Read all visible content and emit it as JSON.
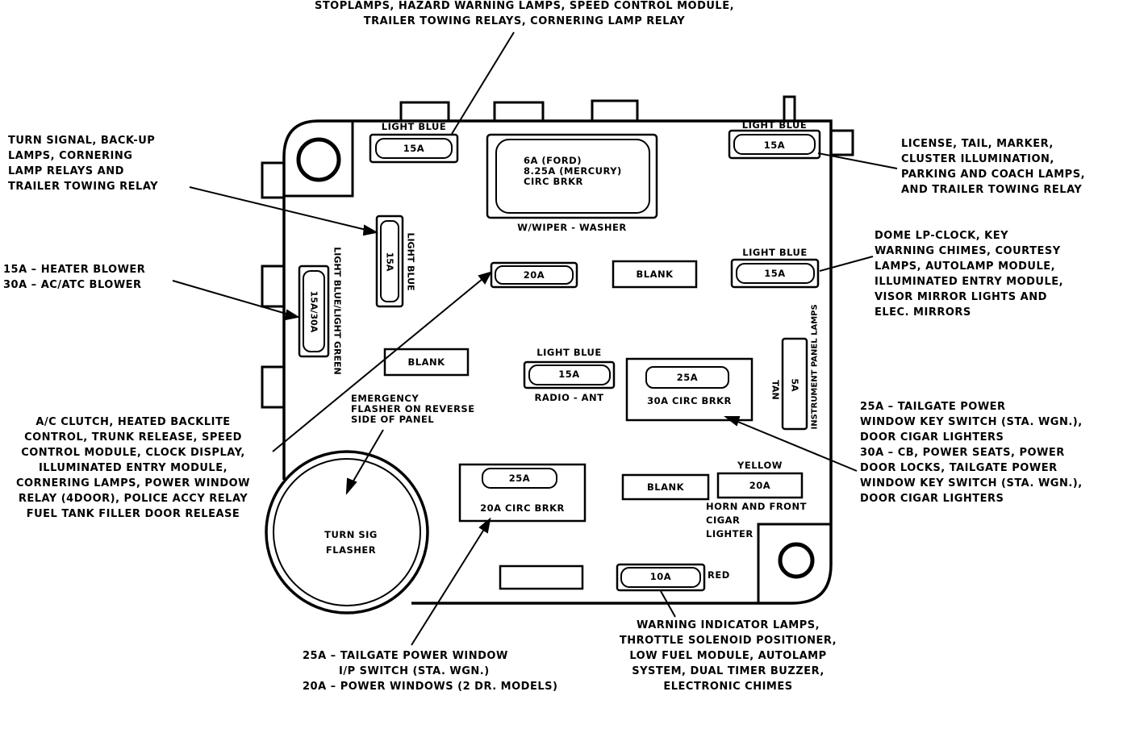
{
  "callouts": {
    "top": [
      "STOPLAMPS, HAZARD WARNING LAMPS, SPEED CONTROL MODULE,",
      "TRAILER TOWING RELAYS, CORNERING LAMP RELAY"
    ],
    "turn_signal": [
      "TURN SIGNAL, BACK-UP",
      "LAMPS, CORNERING",
      "LAMP RELAYS AND",
      "TRAILER TOWING RELAY"
    ],
    "heater": [
      "15A – HEATER BLOWER",
      "30A – AC/ATC BLOWER"
    ],
    "ac_clutch": [
      "A/C CLUTCH, HEATED BACKLITE",
      "CONTROL, TRUNK RELEASE, SPEED",
      "CONTROL MODULE, CLOCK DISPLAY,",
      "ILLUMINATED ENTRY MODULE,",
      "CORNERING LAMPS, POWER WINDOW",
      "RELAY (4DOOR), POLICE ACCY RELAY",
      "FUEL TANK FILLER  DOOR RELEASE"
    ],
    "tailgate_25": [
      "25A – TAILGATE POWER WINDOW",
      "I/P SWITCH (STA. WGN.)",
      "20A – POWER WINDOWS (2 DR. MODELS)"
    ],
    "warning": [
      "WARNING INDICATOR LAMPS,",
      "THROTTLE SOLENOID POSITIONER,",
      "LOW FUEL MODULE, AUTOLAMP",
      "SYSTEM, DUAL TIMER BUZZER,",
      "ELECTRONIC CHIMES"
    ],
    "license": [
      "LICENSE, TAIL, MARKER,",
      "CLUSTER ILLUMINATION,",
      "PARKING AND COACH LAMPS,",
      "AND TRAILER TOWING RELAY"
    ],
    "dome": [
      "DOME LP-CLOCK, KEY",
      "WARNING CHIMES, COURTESY",
      "LAMPS, AUTOLAMP MODULE,",
      "ILLUMINATED ENTRY MODULE,",
      "VISOR MIRROR LIGHTS AND",
      "ELEC. MIRRORS"
    ],
    "tailgate_right": [
      "25A – TAILGATE POWER",
      "WINDOW KEY SWITCH (STA. WGN.),",
      "DOOR CIGAR LIGHTERS",
      "30A – CB, POWER SEATS, POWER",
      "DOOR LOCKS, TAILGATE POWER",
      "WINDOW KEY SWITCH (STA. WGN.),",
      "DOOR CIGAR LIGHTERS"
    ]
  },
  "panel": {
    "top_left_fuse": {
      "color": "LIGHT BLUE",
      "rating": "15A"
    },
    "top_right_fuse": {
      "color": "LIGHT BLUE",
      "rating": "15A"
    },
    "wiper_breaker": [
      "6A (FORD)",
      "8.25A (MERCURY)",
      "CIRC BRKR"
    ],
    "wiper_label": "W/WIPER - WASHER",
    "vertical_fuse": {
      "color": "LIGHT BLUE",
      "rating": "15A"
    },
    "heater_fuse": {
      "color": "LIGHT BLUE/LIGHT GREEN",
      "rating": "15A/30A"
    },
    "center_fuse_20a": "20A",
    "blank_1": "BLANK",
    "dome_fuse": {
      "color": "LIGHT BLUE",
      "rating": "15A"
    },
    "blank_2": "BLANK",
    "radio_fuse": {
      "color": "LIGHT BLUE",
      "rating": "15A",
      "label": "RADIO - ANT"
    },
    "cb_30a": {
      "fuse": "25A",
      "label": "30A CIRC BRKR"
    },
    "instrument_fuse": {
      "color": "TAN",
      "rating": "5A",
      "label": "INSTRUMENT PANEL LAMPS"
    },
    "emergency_flasher": [
      "EMERGENCY",
      "FLASHER ON REVERSE",
      "SIDE OF PANEL"
    ],
    "cb_20a": {
      "fuse": "25A",
      "label": "20A CIRC BRKR"
    },
    "blank_3": "BLANK",
    "horn_fuse": {
      "color": "YELLOW",
      "rating": "20A",
      "label": [
        "HORN AND FRONT",
        "CIGAR",
        "LIGHTER"
      ]
    },
    "turn_flasher": [
      "TURN SIG",
      "FLASHER"
    ],
    "warning_fuse": {
      "rating": "10A",
      "color": "RED"
    }
  }
}
